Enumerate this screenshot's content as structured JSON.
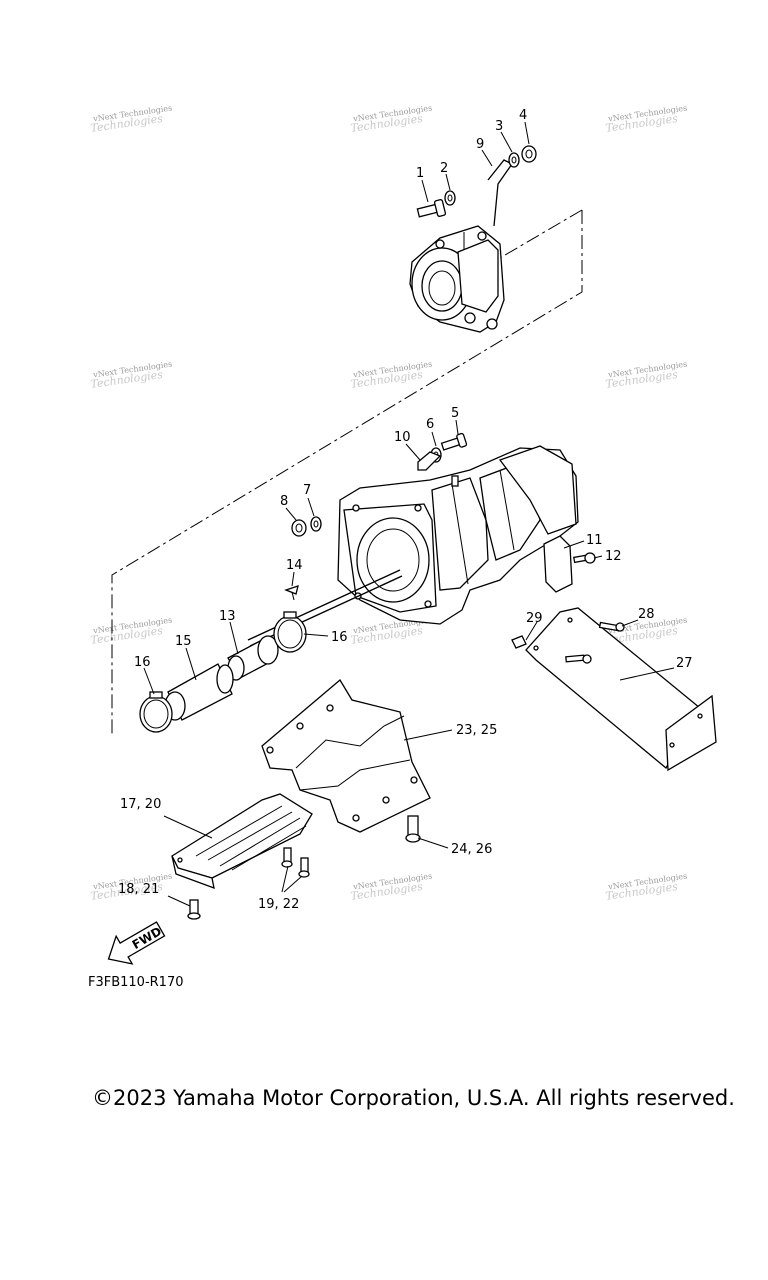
{
  "diagram": {
    "watermark_text": "vNext Technologies",
    "drawing_code": "F3FB110-R170",
    "fwd_arrow_text": "FWD",
    "copyright": "©2023 Yamaha Motor Corporation, U.S.A. All rights reserved.",
    "callouts": [
      "1",
      "2",
      "3",
      "4",
      "9",
      "5",
      "6",
      "10",
      "7",
      "8",
      "11",
      "12",
      "14",
      "13",
      "15",
      "16",
      "16",
      "29",
      "28",
      "27",
      "23, 25",
      "17, 20",
      "24, 26",
      "18, 21",
      "19, 22"
    ]
  }
}
